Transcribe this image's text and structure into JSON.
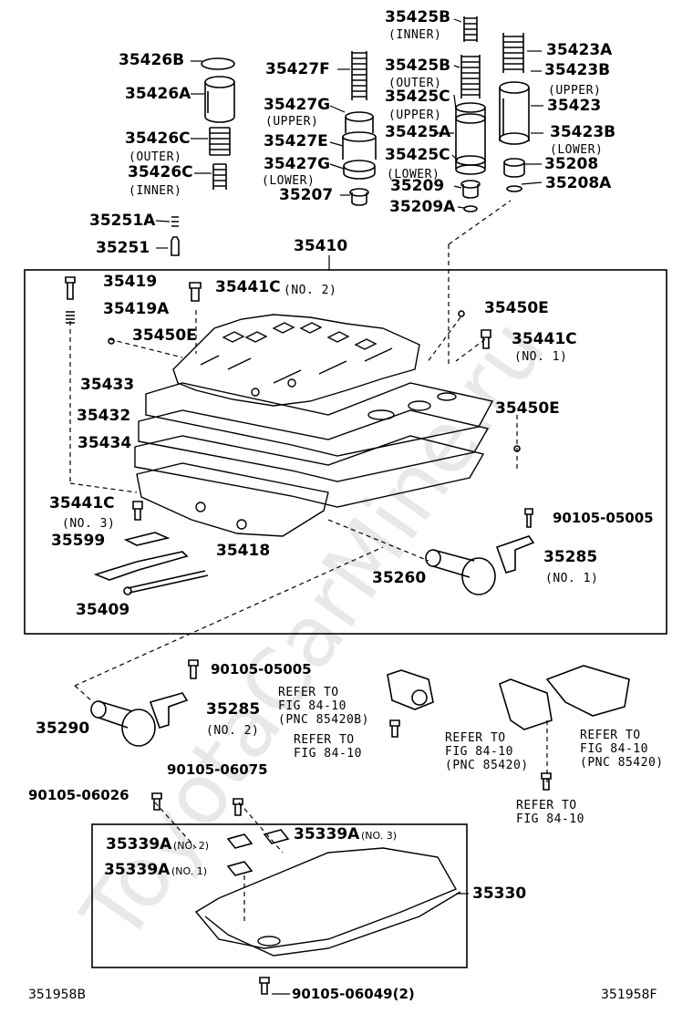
{
  "watermark": "ToyotaCarMine.ru",
  "labels": {
    "p35425B_top": "35425B",
    "p35425B_top_note": "(INNER)",
    "p35426B": "35426B",
    "p35427F": "35427F",
    "p35425B_mid": "35425B",
    "p35425B_mid_note": "(OUTER)",
    "p35423A": "35423A",
    "p35423B_top": "35423B",
    "p35423B_top_note": "(UPPER)",
    "p35426A": "35426A",
    "p35427G_up": "35427G",
    "p35427G_up_note": "(UPPER)",
    "p35425C_up": "35425C",
    "p35425C_up_note": "(UPPER)",
    "p35423": "35423",
    "p35426C_outer": "35426C",
    "p35426C_outer_note": "(OUTER)",
    "p35427E": "35427E",
    "p35425A": "35425A",
    "p35423B_low": "35423B",
    "p35423B_low_note": "(LOWER)",
    "p35426C_inner": "35426C",
    "p35426C_inner_note": "(INNER)",
    "p35427G_low": "35427G",
    "p35427G_low_note": "(LOWER)",
    "p35425C_low": "35425C",
    "p35425C_low_note": "(LOWER)",
    "p35208": "35208",
    "p35207": "35207",
    "p35209": "35209",
    "p35208A": "35208A",
    "p35209A": "35209A",
    "p35251A": "35251A",
    "p35251": "35251",
    "p35410": "35410",
    "p35419": "35419",
    "p35441C_no2": "35441C",
    "p35441C_no2_note": "(NO. 2)",
    "p35419A": "35419A",
    "p35450E_a": "35450E",
    "p35450E_b": "35450E",
    "p35441C_no1": "35441C",
    "p35441C_no1_note": "(NO. 1)",
    "p35433": "35433",
    "p35432": "35432",
    "p35450E_c": "35450E",
    "p35434": "35434",
    "p35441C_no3": "35441C",
    "p35441C_no3_note": "(NO. 3)",
    "p90105_05005_a": "90105-05005",
    "p35599": "35599",
    "p35418": "35418",
    "p35285_no1": "35285",
    "p35285_no1_note": "(NO. 1)",
    "p35260": "35260",
    "p35409": "35409",
    "p90105_05005_b": "90105-05005",
    "p35290": "35290",
    "p35285_no2": "35285",
    "p35285_no2_note": "(NO. 2)",
    "p90105_06075": "90105-06075",
    "p90105_06026": "90105-06026",
    "p35339A_no2": "35339A",
    "p35339A_no2_note": "(NO. 2)",
    "p35339A_no3": "35339A",
    "p35339A_no3_note": "(NO. 3)",
    "p35339A_no1": "35339A",
    "p35339A_no1_note": "(NO. 1)",
    "p35330": "35330",
    "p90105_06049": "90105-06049(2)"
  },
  "refs": {
    "ref1": "REFER TO\nFIG 84-10\n(PNC 85420B)",
    "ref2": "REFER TO\nFIG 84-10",
    "ref3": "REFER TO\nFIG 84-10\n(PNC 85420)",
    "ref4": "REFER TO\nFIG 84-10\n(PNC 85420)",
    "ref5": "REFER TO\nFIG 84-10"
  },
  "footer": {
    "left_code": "351958B",
    "right_code": "351958F"
  }
}
